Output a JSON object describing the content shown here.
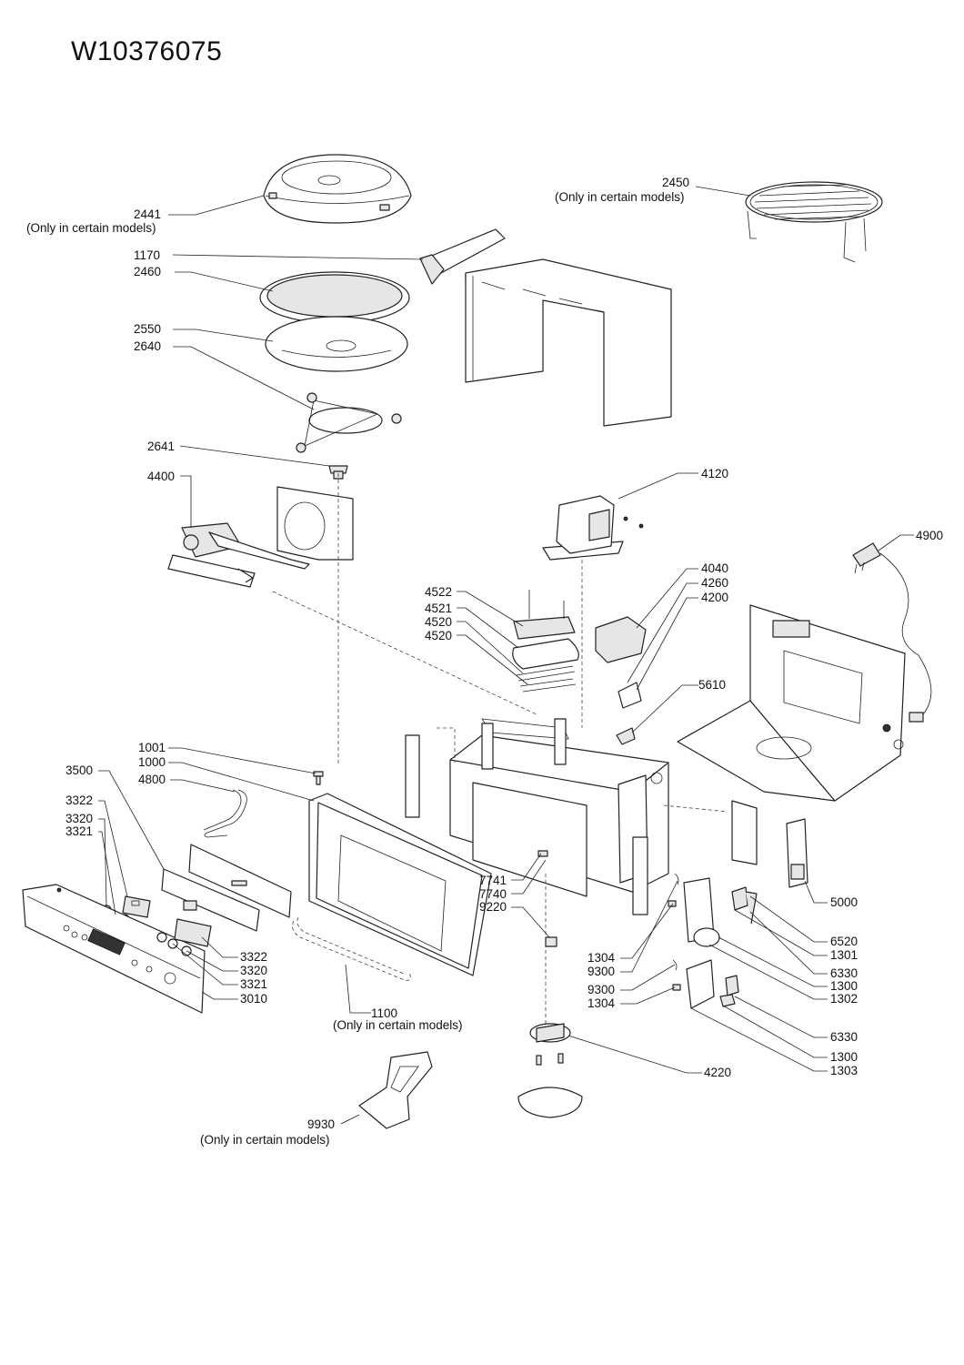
{
  "document": {
    "title": "W10376075",
    "note": "(Only in certain models)"
  },
  "labels": {
    "p2441": "2441",
    "p2450": "2450",
    "p1170": "1170",
    "p2460": "2460",
    "p2550": "2550",
    "p2640": "2640",
    "p2641": "2641",
    "p4400": "4400",
    "p4120": "4120",
    "p4900": "4900",
    "p4522": "4522",
    "p4521": "4521",
    "p4520a": "4520",
    "p4520b": "4520",
    "p4040": "4040",
    "p4260": "4260",
    "p4200": "4200",
    "p5610": "5610",
    "p1001": "1001",
    "p1000": "1000",
    "p3500": "3500",
    "p4800": "4800",
    "p3322a": "3322",
    "p3320a": "3320",
    "p3321a": "3321",
    "p7741": "7741",
    "p7740": "7740",
    "p9220": "9220",
    "p5000": "5000",
    "p6520": "6520",
    "p1301": "1301",
    "p6330a": "6330",
    "p1300a": "1300",
    "p1302": "1302",
    "p1304a": "1304",
    "p9300a": "9300",
    "p9300b": "9300",
    "p1304b": "1304",
    "p3322b": "3322",
    "p3320b": "3320",
    "p3321b": "3321",
    "p3010": "3010",
    "p1100": "1100",
    "p6330b": "6330",
    "p1300b": "1300",
    "p1303": "1303",
    "p4220": "4220",
    "p9930": "9930"
  }
}
